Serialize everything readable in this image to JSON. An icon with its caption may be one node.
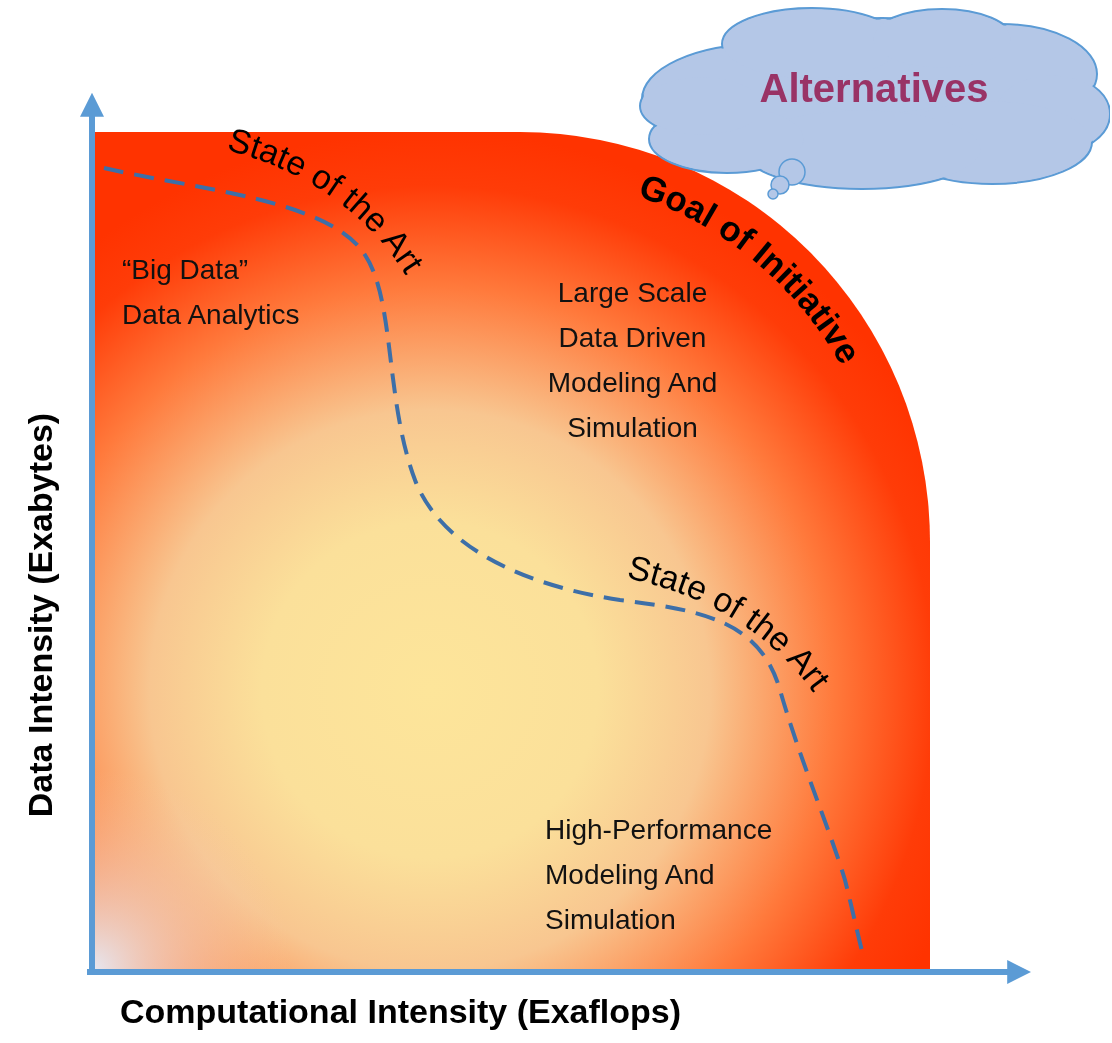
{
  "diagram": {
    "nodes": [
      {
        "text": [
          "Alternatives"
        ]
      }
    ],
    "labels": [
      "State of the Art",
      "Goal of Initiative",
      "“Big Data” Data Analytics",
      "Large Scale Data Driven Modeling And Simulation",
      "State of the Art",
      "High-Performance Modeling And Simulation",
      "Data Intensity (Exabytes)",
      "Computational Intensity (Exaflops)"
    ]
  }
}
